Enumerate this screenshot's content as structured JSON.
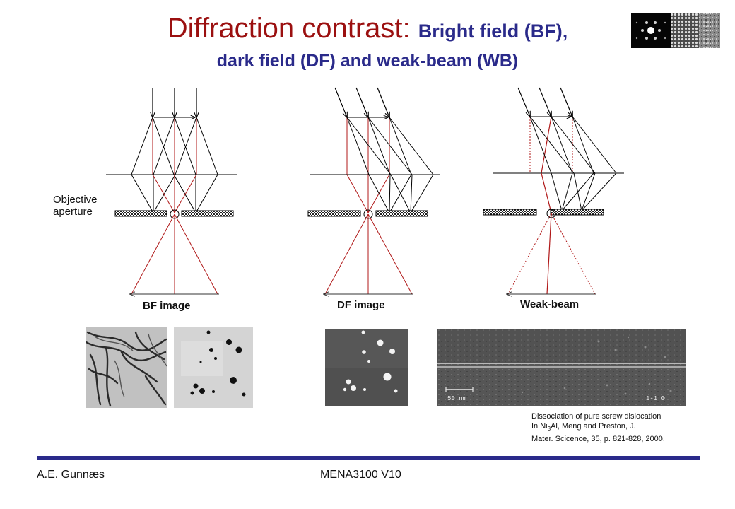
{
  "title": {
    "main": "Diffraction contrast: ",
    "rest": "Bright field (BF),",
    "line2": "dark field (DF) and weak-beam (WB)"
  },
  "labels": {
    "objective_1": "Objective",
    "objective_2": "aperture",
    "bf": "BF image",
    "df": "DF image",
    "wb": "Weak-beam"
  },
  "micrographs": {
    "scale_bar": "50 nm",
    "direction": "1-1 0"
  },
  "caption": {
    "line1": "Dissociation of pure screw dislocation",
    "line2_pre": "In Ni",
    "line2_sub": "3",
    "line2_post": "Al, Meng and Preston, J.",
    "line3": "Mater. Scicence, 35, p. 821-828, 2000."
  },
  "footer": {
    "author": "A.E. Gunnæs",
    "course": "MENA3100 V10"
  },
  "colors": {
    "title_red": "#9b1010",
    "title_blue": "#2a2a8a",
    "ray_red": "#b01818",
    "rule": "#2a2a8a"
  }
}
